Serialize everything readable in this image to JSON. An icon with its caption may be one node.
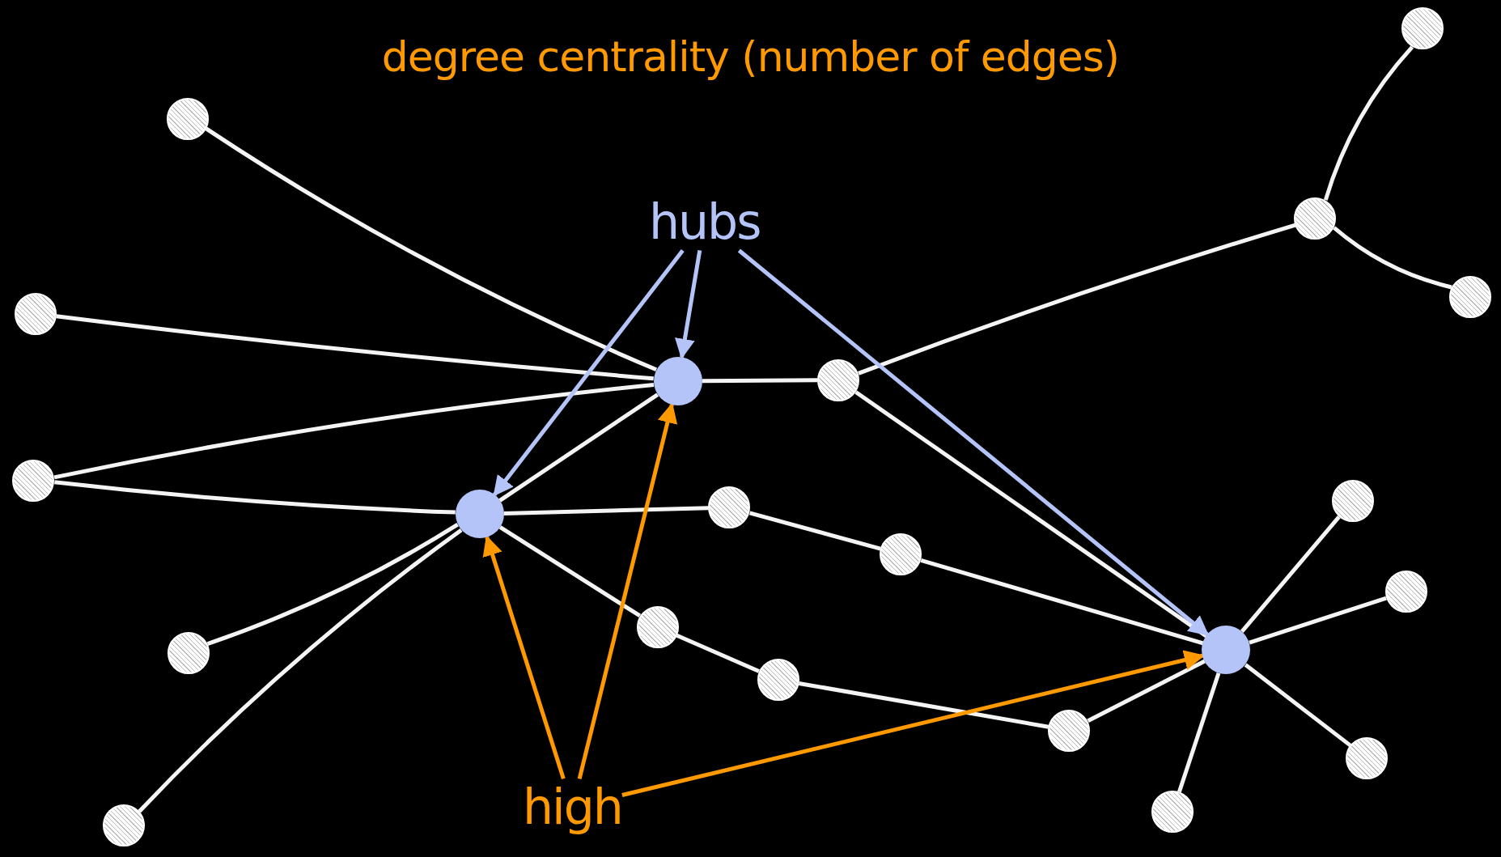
{
  "diagram": {
    "title": "degree centrality (number of edges)",
    "nodes": [
      {
        "text": [
          "hubs"
        ]
      },
      {
        "text": [
          "high"
        ]
      },
      {
        "text": [],
        "shape": "circle"
      },
      {
        "text": [],
        "shape": "circle"
      },
      {
        "text": [],
        "shape": "circle"
      },
      {
        "text": [],
        "shape": "circle"
      },
      {
        "text": [],
        "shape": "circle"
      },
      {
        "text": [],
        "shape": "circle"
      },
      {
        "text": [],
        "shape": "circle"
      },
      {
        "text": [],
        "shape": "circle"
      },
      {
        "text": [],
        "shape": "circle"
      },
      {
        "text": [],
        "shape": "circle"
      },
      {
        "text": [],
        "shape": "circle"
      },
      {
        "text": [],
        "shape": "circle"
      },
      {
        "text": [],
        "shape": "circle"
      },
      {
        "text": [],
        "shape": "circle"
      },
      {
        "text": [],
        "shape": "circle"
      },
      {
        "text": [],
        "shape": "circle"
      },
      {
        "text": [],
        "shape": "circle"
      },
      {
        "text": [],
        "shape": "circle"
      },
      {
        "text": [],
        "shape": "circle"
      },
      {
        "text": [],
        "shape": "circle"
      },
      {
        "text": [],
        "shape": "circle"
      }
    ],
    "edges": [
      {
        "from": 5,
        "to": 2,
        "arrow": "none"
      },
      {
        "from": 6,
        "to": 2,
        "arrow": "none"
      },
      {
        "from": 7,
        "to": 2,
        "arrow": "none"
      },
      {
        "from": 7,
        "to": 3,
        "arrow": "none"
      },
      {
        "from": 2,
        "to": 3,
        "arrow": "none"
      },
      {
        "from": 2,
        "to": 10,
        "arrow": "none"
      },
      {
        "from": 10,
        "to": 11,
        "arrow": "none"
      },
      {
        "from": 11,
        "to": 12,
        "arrow": "none"
      },
      {
        "from": 11,
        "to": 13,
        "arrow": "none"
      },
      {
        "from": 10,
        "to": 4,
        "arrow": "none"
      },
      {
        "from": 3,
        "to": 14,
        "arrow": "none"
      },
      {
        "from": 14,
        "to": 15,
        "arrow": "none"
      },
      {
        "from": 15,
        "to": 4,
        "arrow": "none"
      },
      {
        "from": 3,
        "to": 16,
        "arrow": "none"
      },
      {
        "from": 16,
        "to": 17,
        "arrow": "none"
      },
      {
        "from": 17,
        "to": 18,
        "arrow": "none"
      },
      {
        "from": 18,
        "to": 4,
        "arrow": "none"
      },
      {
        "from": 3,
        "to": 8,
        "arrow": "none"
      },
      {
        "from": 3,
        "to": 9,
        "arrow": "none"
      },
      {
        "from": 4,
        "to": 19,
        "arrow": "none"
      },
      {
        "from": 4,
        "to": 20,
        "arrow": "none"
      },
      {
        "from": 4,
        "to": 21,
        "arrow": "none"
      },
      {
        "from": 4,
        "to": 22,
        "arrow": "none"
      },
      {
        "from": 0,
        "to": 3,
        "arrow": "to",
        "color": "#b4c4f8"
      },
      {
        "from": 0,
        "to": 2,
        "arrow": "to",
        "color": "#b4c4f8"
      },
      {
        "from": 0,
        "to": 4,
        "arrow": "to",
        "color": "#b4c4f8"
      },
      {
        "from": 1,
        "to": 3,
        "arrow": "to",
        "color": "#ff9900"
      },
      {
        "from": 1,
        "to": 2,
        "arrow": "to",
        "color": "#ff9900"
      },
      {
        "from": 1,
        "to": 4,
        "arrow": "to",
        "color": "#ff9900"
      }
    ]
  }
}
